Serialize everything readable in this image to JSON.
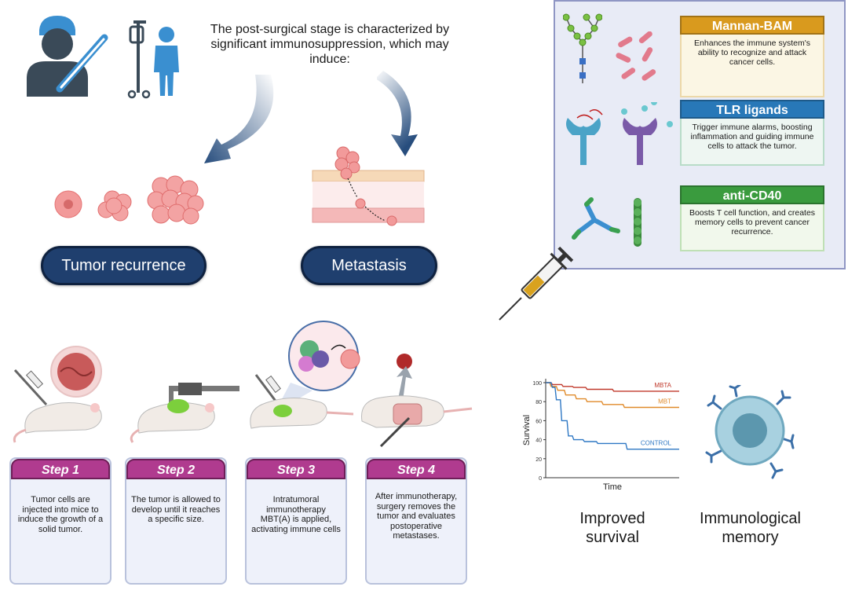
{
  "intro_text": "The post-surgical stage is characterized by significant immunosuppression, which may induce:",
  "outcomes": {
    "recurrence": "Tumor recurrence",
    "metastasis": "Metastasis"
  },
  "agents": [
    {
      "name": "Mannan-BAM",
      "color": "#d99a1e",
      "desc": "Enhances the immune system's ability to recognize and attack cancer cells."
    },
    {
      "name": "TLR ligands",
      "color": "#2878b8",
      "desc": "Trigger immune alarms, boosting inflammation and guiding immune cells to attack the tumor."
    },
    {
      "name": "anti-CD40",
      "color": "#3a9b3e",
      "desc": "Boosts T cell function, and creates memory cells to prevent cancer recurrence."
    }
  ],
  "steps": [
    {
      "title": "Step 1",
      "text": "Tumor cells are injected into mice to induce the growth of a solid tumor."
    },
    {
      "title": "Step 2",
      "text": "The tumor is allowed to develop until it reaches a specific size."
    },
    {
      "title": "Step 3",
      "text": "Intratumoral immunotherapy MBT(A) is applied, activating immune cells"
    },
    {
      "title": "Step 4",
      "text": "After immunotherapy, surgery removes the tumor and evaluates postoperative metastases."
    }
  ],
  "chart_data": {
    "type": "line",
    "title": "",
    "xlabel": "Time",
    "ylabel": "Survival",
    "ylim": [
      0,
      100
    ],
    "yticks": [
      0,
      20,
      40,
      60,
      80,
      100
    ],
    "grid": false,
    "series": [
      {
        "name": "MBTA",
        "color": "#c0392b",
        "points": [
          [
            0,
            100
          ],
          [
            4,
            100
          ],
          [
            5,
            98
          ],
          [
            12,
            98
          ],
          [
            13,
            96
          ],
          [
            20,
            96
          ],
          [
            21,
            95
          ],
          [
            30,
            95
          ],
          [
            31,
            93
          ],
          [
            50,
            93
          ],
          [
            51,
            91
          ],
          [
            100,
            91
          ]
        ]
      },
      {
        "name": "MBT",
        "color": "#e08a2a",
        "points": [
          [
            0,
            100
          ],
          [
            3,
            100
          ],
          [
            4,
            96
          ],
          [
            8,
            96
          ],
          [
            9,
            92
          ],
          [
            14,
            92
          ],
          [
            15,
            87
          ],
          [
            22,
            87
          ],
          [
            23,
            83
          ],
          [
            30,
            83
          ],
          [
            31,
            80
          ],
          [
            42,
            80
          ],
          [
            43,
            77
          ],
          [
            58,
            77
          ],
          [
            59,
            74
          ],
          [
            100,
            74
          ]
        ]
      },
      {
        "name": "CONTROL",
        "color": "#2f78c4",
        "points": [
          [
            0,
            100
          ],
          [
            4,
            100
          ],
          [
            5,
            95
          ],
          [
            7,
            95
          ],
          [
            8,
            82
          ],
          [
            11,
            82
          ],
          [
            12,
            60
          ],
          [
            16,
            60
          ],
          [
            17,
            44
          ],
          [
            20,
            44
          ],
          [
            21,
            40
          ],
          [
            28,
            40
          ],
          [
            29,
            38
          ],
          [
            38,
            38
          ],
          [
            39,
            36
          ],
          [
            60,
            36
          ],
          [
            61,
            30
          ],
          [
            100,
            30
          ]
        ]
      }
    ]
  },
  "results": {
    "survival_label": "Improved survival",
    "memory_label": "Immunological memory"
  }
}
